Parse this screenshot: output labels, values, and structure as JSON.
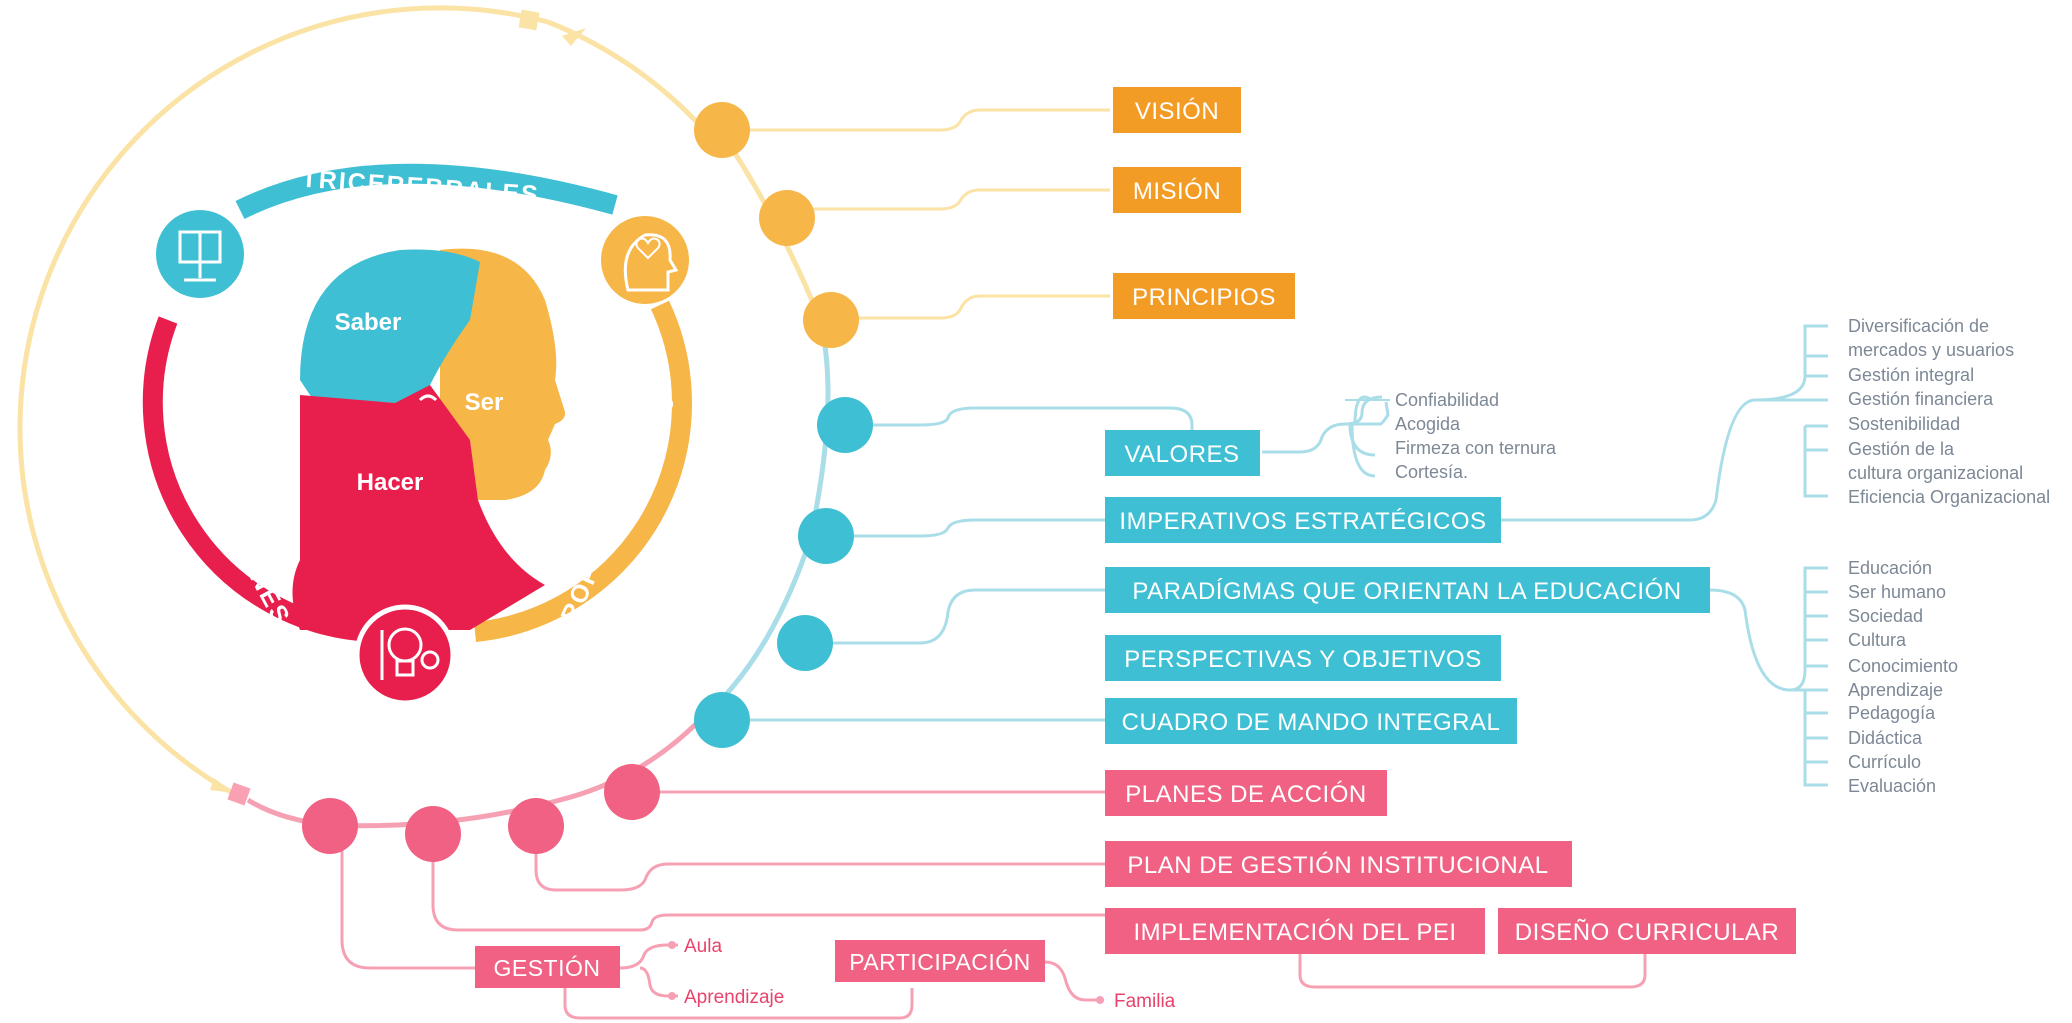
{
  "colors": {
    "orange": "#f39c25",
    "orange_light": "#f7b648",
    "teal": "#3fbfd3",
    "teal_light": "#a9dde8",
    "pink": "#f06183",
    "pink_dark": "#e81f4d",
    "cream": "#fbe2a5",
    "white": "#ffffff",
    "grey_text": "#7d8896"
  },
  "ring": {
    "top": "TRICEREBRALES",
    "left": "DIMENSIONES",
    "right": "PROPORCIONALES"
  },
  "head": {
    "saber": "Saber",
    "ser": "Ser",
    "hacer": "Hacer"
  },
  "icons": {
    "top_left": "book-on-stand-icon",
    "top_right": "head-heart-icon",
    "bottom": "lightbulb-gear-pencil-icon"
  },
  "boxes": {
    "vision": "VISIÓN",
    "mision": "MISIÓN",
    "principios": "PRINCIPIOS",
    "valores": "VALORES",
    "imperativos": "IMPERATIVOS ESTRATÉGICOS",
    "paradigmas": "PARADÍGMAS QUE ORIENTAN LA EDUCACIÓN",
    "perspectivas": "PERSPECTIVAS Y OBJETIVOS",
    "cuadro": "CUADRO DE MANDO INTEGRAL",
    "planes": "PLANES DE ACCIÓN",
    "plan_gestion": "PLAN DE GESTIÓN INSTITUCIONAL",
    "implementacion": "IMPLEMENTACIÓN DEL PEI",
    "diseno": "DISEÑO CURRICULAR",
    "gestion": "GESTIÓN",
    "participacion": "PARTICIPACIÓN"
  },
  "valores_items": [
    "Confiabilidad",
    "Acogida",
    "Firmeza con ternura",
    "Cortesía."
  ],
  "imperativos_items": [
    "Diversificación de",
    "mercados y usuarios",
    "Gestión integral",
    "Gestión financiera",
    "Sostenibilidad",
    "Gestión de la",
    "cultura organizacional",
    "Eficiencia Organizacional"
  ],
  "paradigmas_items": [
    "Educación",
    "Ser humano",
    "Sociedad",
    "Cultura",
    "Conocimiento",
    "Aprendizaje",
    "Pedagogía",
    "Didáctica",
    "Currículo",
    "Evaluación"
  ],
  "gestion_items": {
    "aula": "Aula",
    "aprendizaje": "Aprendizaje",
    "familia": "Familia"
  }
}
